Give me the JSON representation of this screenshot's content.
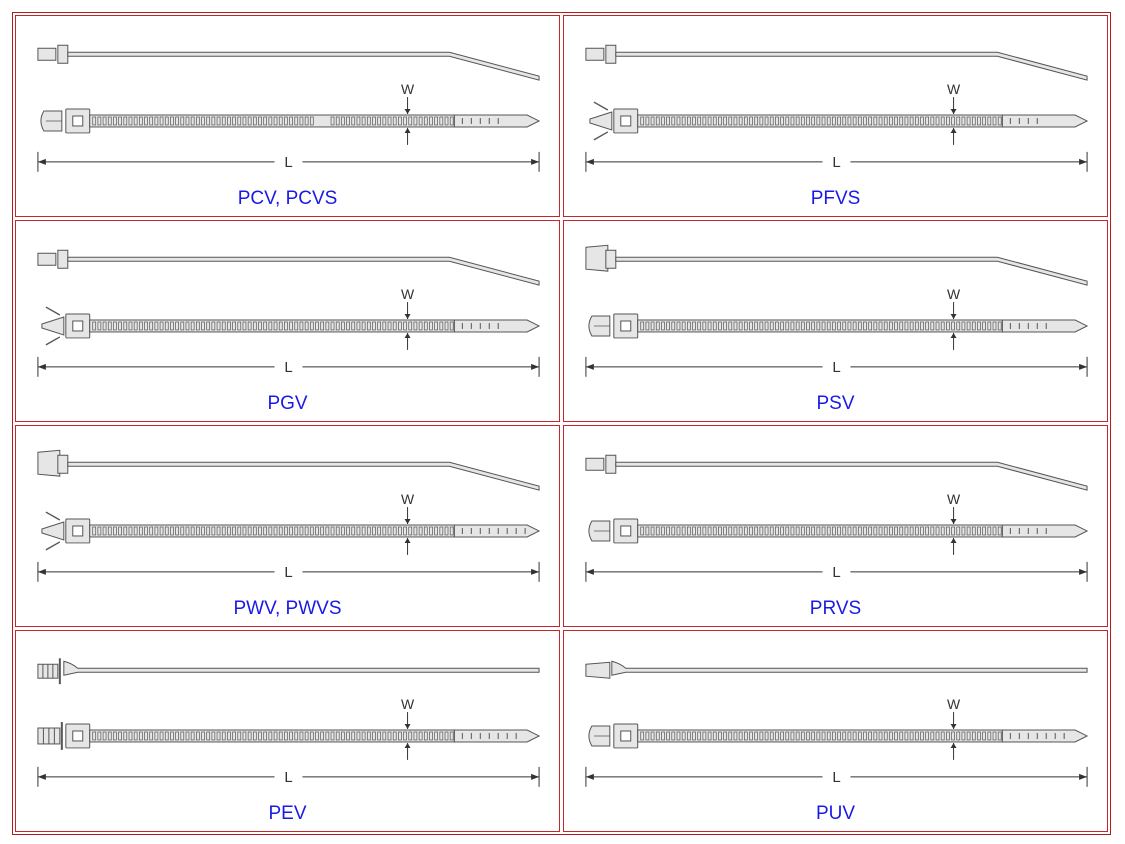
{
  "cells": [
    {
      "label": "PCV, PCVS",
      "w": "W",
      "l": "L"
    },
    {
      "label": "PFVS",
      "w": "W",
      "l": "L"
    },
    {
      "label": "PGV",
      "w": "W",
      "l": "L"
    },
    {
      "label": "PSV",
      "w": "W",
      "l": "L"
    },
    {
      "label": "PWV, PWVS",
      "w": "W",
      "l": "L"
    },
    {
      "label": "PRVS",
      "w": "W",
      "l": "L"
    },
    {
      "label": "PEV",
      "w": "W",
      "l": "L"
    },
    {
      "label": "PUV",
      "w": "W",
      "l": "L"
    }
  ],
  "colors": {
    "border": "#c0282d",
    "label": "#1a1ae6",
    "line": "#555555",
    "fill": "#e6e6e6"
  }
}
